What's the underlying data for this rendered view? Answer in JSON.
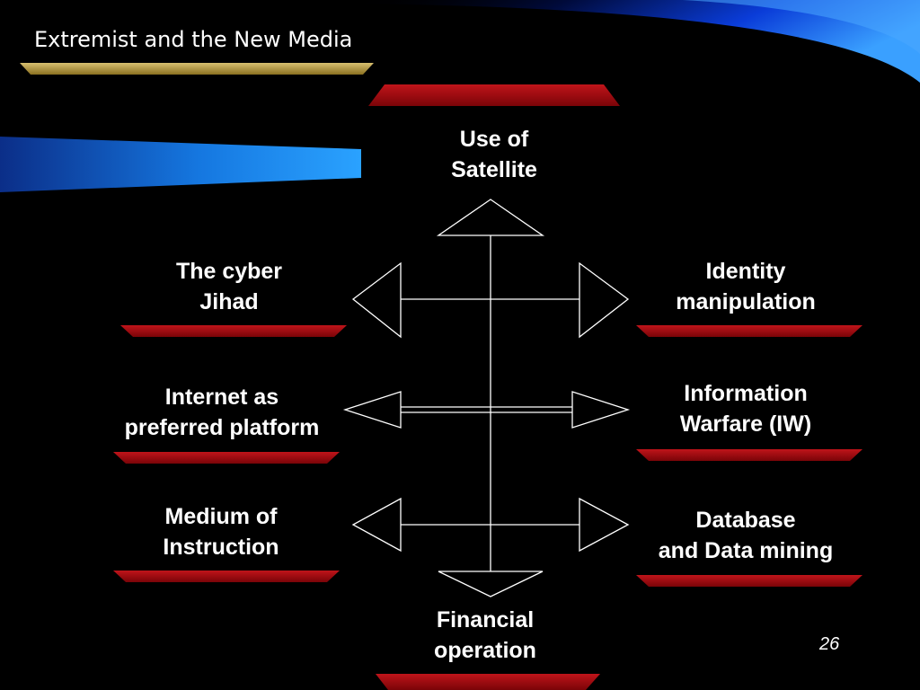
{
  "slide": {
    "title": "Extremist and the New Media",
    "page_number": "26"
  },
  "diagram": {
    "top": {
      "lines": [
        "Use of",
        "Satellite"
      ]
    },
    "bottom": {
      "lines": [
        "Financial",
        "operation"
      ]
    },
    "left": [
      {
        "lines": [
          "The cyber",
          "Jihad"
        ]
      },
      {
        "lines": [
          "Internet as",
          "preferred platform"
        ]
      },
      {
        "lines": [
          "Medium of",
          "Instruction"
        ]
      }
    ],
    "right": [
      {
        "lines": [
          "Identity",
          "manipulation"
        ]
      },
      {
        "lines": [
          "Information",
          "Warfare (IW)"
        ]
      },
      {
        "lines": [
          "Database",
          "and Data mining"
        ]
      }
    ]
  },
  "colors": {
    "background": "#000000",
    "banner_red": "#a8090e",
    "title_bar_gold": "#b8a040",
    "accent_blue": "#1e90ff",
    "text": "#ffffff"
  }
}
